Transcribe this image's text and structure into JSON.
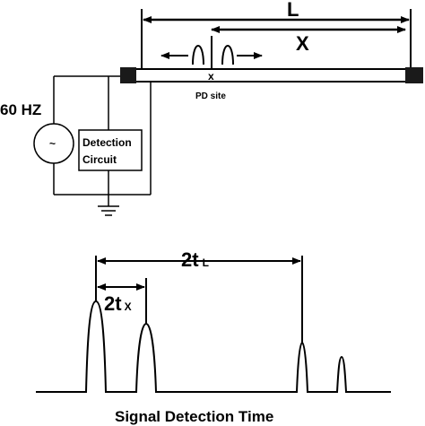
{
  "labels": {
    "length": "L",
    "distance": "X",
    "pd_marker": "x",
    "pd_site": "PD site",
    "source": "60 HZ",
    "source_symbol": "~",
    "detector_line1": "Detection",
    "detector_line2": "Circuit",
    "time_total_main": "2t",
    "time_total_sub": "L",
    "time_x_main": "2t",
    "time_x_sub": "X",
    "caption": "Signal Detection Time"
  },
  "colors": {
    "ink": "#000000",
    "background": "#ffffff",
    "cable_end": "#1a1a1a"
  }
}
